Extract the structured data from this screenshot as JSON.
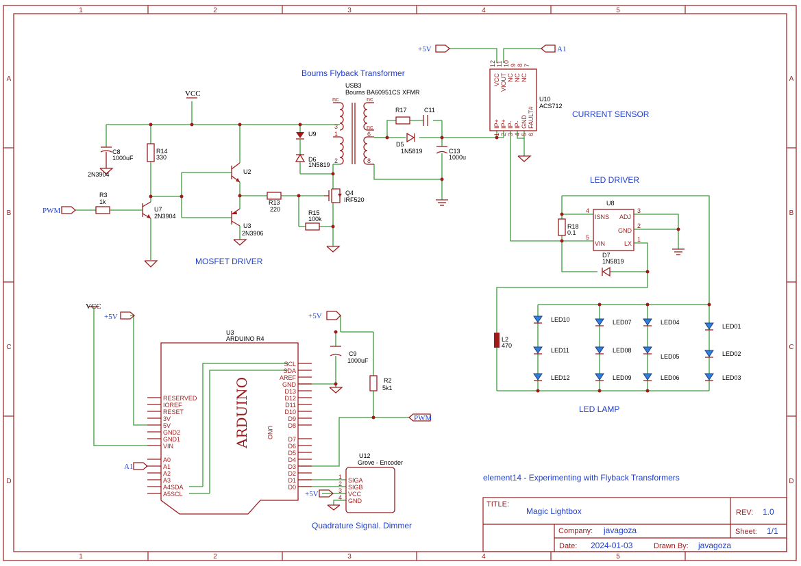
{
  "frame": {
    "col_labels": [
      "1",
      "2",
      "3",
      "4",
      "5"
    ],
    "row_labels": [
      "A",
      "B",
      "C",
      "D"
    ]
  },
  "notes": {
    "flyback": "Bourns Flyback Transformer",
    "current_sensor": "CURRENT SENSOR",
    "led_driver": "LED DRIVER",
    "mosfet_driver": "MOSFET DRIVER",
    "led_lamp": "LED LAMP",
    "dimmer": "Quadrature Signal. Dimmer",
    "project": "element14 - Experimenting with Flyback Transformers"
  },
  "title_block": {
    "title_label": "TITLE:",
    "title": "Magic Lightbox",
    "rev_label": "REV:",
    "rev": "1.0",
    "company_label": "Company:",
    "company": "javagoza",
    "sheet_label": "Sheet:",
    "sheet": "1/1",
    "date_label": "Date:",
    "date": "2024-01-03",
    "drawn_label": "Drawn By:",
    "drawn": "javagoza"
  },
  "power": {
    "vcc": "VCC",
    "p5v": "+5V"
  },
  "nets": {
    "pwm": "PWM",
    "a1": "A1"
  },
  "parts": {
    "c8": {
      "ref": "C8",
      "val": "1000uF",
      "extra": "2N3904"
    },
    "r14": {
      "ref": "R14",
      "val": "330"
    },
    "r3": {
      "ref": "R3",
      "val": "1k"
    },
    "u7": {
      "ref": "U7",
      "val": "2N3904"
    },
    "u2": {
      "ref": "U2"
    },
    "u3t": {
      "ref": "U3",
      "val": "2N3906"
    },
    "r13": {
      "ref": "R13",
      "val": "220"
    },
    "r15": {
      "ref": "R15",
      "val": "100k"
    },
    "q4": {
      "ref": "Q4",
      "val": "IRF520"
    },
    "u9": {
      "ref": "U9"
    },
    "d6": {
      "ref": "D6",
      "val": "1N5819"
    },
    "usb3": {
      "ref": "USB3",
      "val": "Bourns BA60951CS XFMR"
    },
    "r17": {
      "ref": "R17"
    },
    "c11": {
      "ref": "C11"
    },
    "d5": {
      "ref": "D5",
      "val": "1N5819"
    },
    "c13": {
      "ref": "C13",
      "val": "1000u"
    },
    "u10": {
      "ref": "U10",
      "val": "ACS712"
    },
    "u8": {
      "ref": "U8"
    },
    "r18": {
      "ref": "R18",
      "val": "0.1"
    },
    "d7": {
      "ref": "D7",
      "val": "1N5819"
    },
    "l2": {
      "ref": "L2",
      "val": "470"
    },
    "u3": {
      "ref": "U3",
      "val": "ARDUINO R4"
    },
    "c9": {
      "ref": "C9",
      "val": "1000uF"
    },
    "r2": {
      "ref": "R2",
      "val": "5k1"
    },
    "u12": {
      "ref": "U12",
      "val": "Grove - Encoder"
    }
  },
  "xfmr_pins": {
    "p3": "3",
    "p1": "1",
    "p2": "2",
    "p6": "6",
    "p8": "8",
    "nc": "nc"
  },
  "acs712_pins": {
    "top": [
      "VCC",
      "VIOUT",
      "NC",
      "NC",
      "NC"
    ],
    "top_nums": [
      "12",
      "11",
      "10",
      "9",
      "8",
      "7"
    ],
    "bottom": [
      "IP+",
      "IP+",
      "IP-",
      "IP-",
      "GND",
      "FAULT#"
    ],
    "bottom_nums": [
      "1",
      "2",
      "3",
      "4",
      "5",
      "6"
    ]
  },
  "u8_pins": {
    "isns": "ISNS",
    "adj": "ADJ",
    "gnd": "GND",
    "vin": "VIN",
    "lx": "LX",
    "n4": "4",
    "n3": "3",
    "n2": "2",
    "n5": "5",
    "n1": "1"
  },
  "leds": [
    "LED10",
    "LED11",
    "LED12",
    "LED07",
    "LED08",
    "LED09",
    "LED04",
    "LED05",
    "LED06",
    "LED01",
    "LED02",
    "LED03"
  ],
  "arduino": {
    "logo": "ARDUINO",
    "model": "UNO",
    "left_pins": [
      "RESERVED",
      "IOREF",
      "RESET",
      "3V",
      "5V",
      "GND2",
      "GND1",
      "VIN",
      "A0",
      "A1",
      "A2",
      "A3",
      "A4SDA",
      "A5SCL"
    ],
    "right_pins_top": [
      "SCL",
      "SDA",
      "AREF",
      "GND",
      "D13",
      "D12",
      "D11",
      "D10",
      "D9",
      "D8"
    ],
    "right_pins_bottom": [
      "D7",
      "D6",
      "D5",
      "D4",
      "D3",
      "D2",
      "D1",
      "D0"
    ]
  },
  "encoder_pins": {
    "names": [
      "SIGA",
      "SIGB",
      "VCC",
      "GND"
    ],
    "nums": [
      "1",
      "2",
      "3",
      "4"
    ]
  }
}
